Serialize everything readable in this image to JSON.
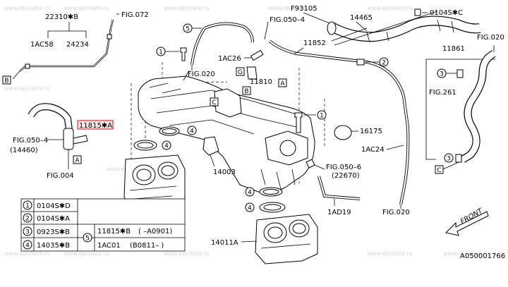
{
  "labels": {
    "fig072": "FIG.072",
    "c22310b": "22310✱B",
    "c1ac58": "1AC58",
    "c24234": "24234",
    "c93105": "F93105",
    "c14465": "14465",
    "c0104sc": "0104S✱C",
    "fig050_4_top": "FIG.050–4",
    "fig020_top": "FIG.020",
    "c11852": "11852",
    "c1ac26": "1AC26",
    "c11810": "11810",
    "fig261": "FIG.261",
    "c11861": "11861",
    "fig020_mid": "FIG.020",
    "highlight_code": "11815✱A",
    "fig050_4_left": "FIG.050–4",
    "c14460": "(14460)",
    "fig004": "FIG.004",
    "c16175": "16175",
    "c1ac24": "1AC24",
    "c14003": "14003",
    "fig050_6": "FIG.050–6",
    "c22670": "(22670)",
    "c14011": "14011",
    "c1ad19": "1AD19",
    "fig020_bottom": "FIG.020",
    "c14011a": "14011A",
    "front": "FRONT",
    "figure_id": "A050001766"
  },
  "refs": {
    "A": "A",
    "B": "B",
    "C": "C",
    "G": "G"
  },
  "callouts": {
    "one": "1",
    "two": "2",
    "three": "3",
    "four": "4",
    "five": "5"
  },
  "watermark": "www.epcdata.ru",
  "legend": {
    "rows": [
      {
        "num": "1",
        "code": "0104S✱D"
      },
      {
        "num": "2",
        "code": "0104S✱A"
      },
      {
        "num": "3",
        "code": "0923S✱B"
      },
      {
        "num": "4",
        "code": "14035✱B"
      }
    ],
    "five": {
      "num": "5",
      "code1": "11815✱B",
      "range1": "( –A0901)",
      "code2": "1AC01",
      "range2": "(B0811– )"
    }
  },
  "colors": {
    "highlight": "#d32f2f",
    "ink": "#000000",
    "watermark": "#d6d6d6"
  }
}
